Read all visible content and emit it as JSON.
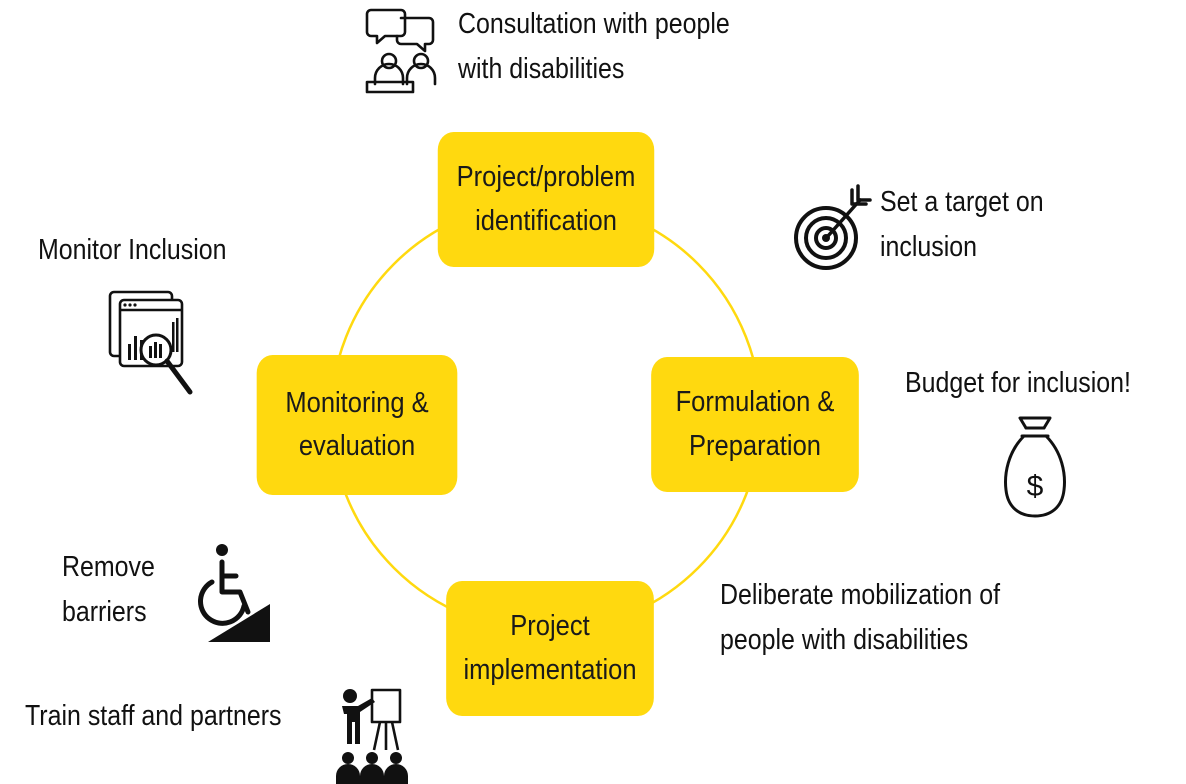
{
  "colors": {
    "stage_fill": "#FFD90F",
    "ring": "#FFD90F",
    "text": "#111111"
  },
  "stages": {
    "top": "Project/problem\nidentification",
    "right": "Formulation &\nPreparation",
    "bottom": "Project\nimplementation",
    "left": "Monitoring &\nevaluation"
  },
  "actions": {
    "consultation": "Consultation with people\nwith disabilities",
    "target": "Set a target on\ninclusion",
    "budget": "Budget for inclusion!",
    "mobilization": "Deliberate mobilization of\npeople with disabilities",
    "monitor": "Monitor Inclusion",
    "barriers": "Remove\nbarriers",
    "train": "Train staff and partners"
  },
  "icons": {
    "consultation": "consultation-icon",
    "target": "target-arrow-icon",
    "budget": "money-bag-icon",
    "monitor": "monitor-analytics-icon",
    "barriers": "wheelchair-ramp-icon",
    "train": "training-presentation-icon"
  }
}
